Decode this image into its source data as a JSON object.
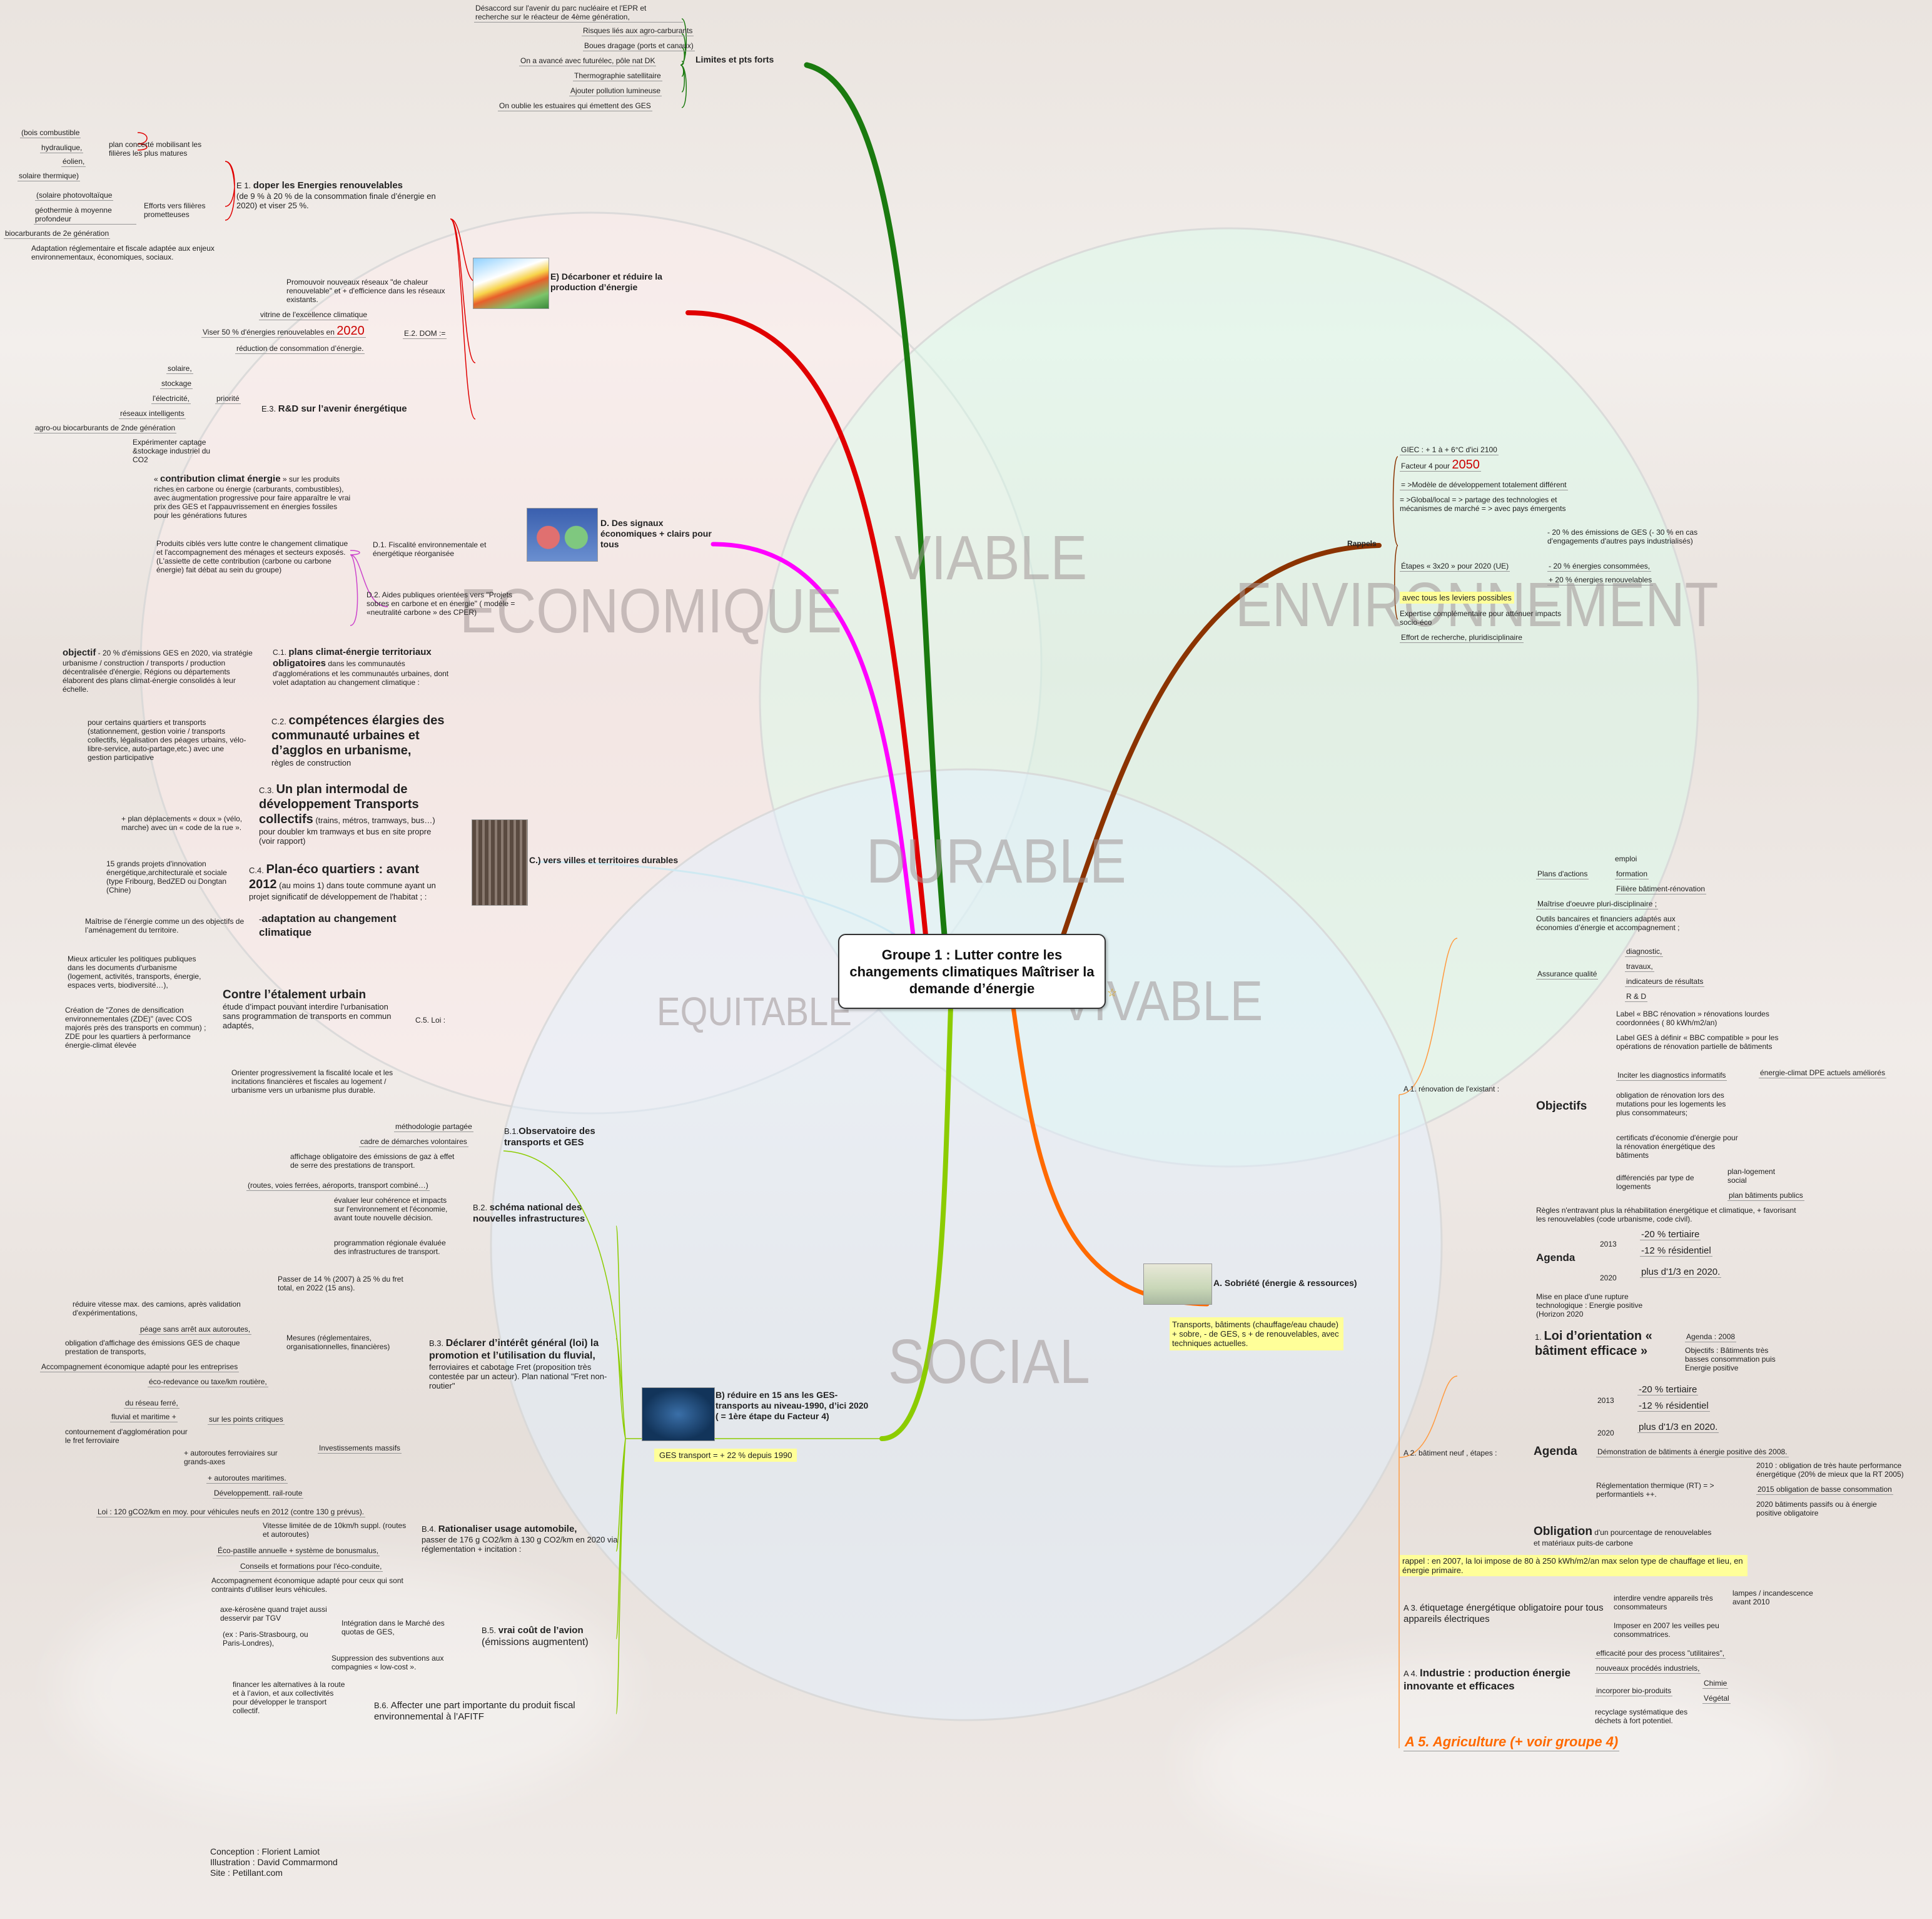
{
  "center_title": "Groupe 1 : Lutter contre les changements climatiques Maîtriser la demande d’énergie",
  "watermarks": {
    "viable": "VIABLE",
    "environnement": "ENVIRONNEMENT",
    "economique": "ECONOMIQUE",
    "durable": "DURABLE",
    "vivable": "VIVABLE",
    "equitable": "EQUITABLE",
    "social": "SOCIAL"
  },
  "colors": {
    "green": "#1a7a0f",
    "red": "#e00000",
    "magenta": "#ff00ff",
    "brown": "#8b3300",
    "orange": "#ff6a00",
    "lime": "#8ccc00"
  },
  "limites": {
    "label": "Limites et pts forts",
    "items": [
      "Désaccord sur l'avenir du parc nucléaire et l'EPR et recherche sur le réacteur de 4ème génération,",
      "Risques liés aux agro-carburants",
      "Boues dragage (ports et canaux)",
      "On a avancé avec futurélec, pôle nat DK",
      "Thermographie satellitaire",
      "Ajouter pollution lumineuse",
      "On oublie les estuaires qui émettent des GES"
    ]
  },
  "E": {
    "title": "E) Décarboner et réduire la production d’énergie",
    "e1_prefix": "E 1.",
    "e1_title": "doper les Energies renouvelables",
    "e1_sub": "(de 9 % à 20 % de la consommation finale d’énergie en 2020) et viser  25 %.",
    "plan": "plan concerté mobilisant les filières les plus matures",
    "plan_items": [
      "(bois combustible",
      "hydraulique,",
      "éolien,",
      "solaire thermique)"
    ],
    "efforts": "Efforts vers filières prometteuses",
    "efforts_items": [
      "(solaire photovoltaïque",
      "géothermie à moyenne profondeur",
      "biocarburants de 2e génération"
    ],
    "adaptation": "Adaptation réglementaire et fiscale adaptée aux enjeux  environnementaux, économiques, sociaux.",
    "e2": "E.2. DOM :=",
    "e2_items": [
      "Promouvoir nouveaux réseaux \"de chaleur renouvelable\" et + d'efficience dans les réseaux existants.",
      "vitrine de l'excellence climatique",
      "Viser 50 % d'énergies renouvelables en",
      "réduction de consommation d’énergie."
    ],
    "e2_year": "2020",
    "e3_prefix": "E.3.",
    "e3_title": "R&D sur l’avenir énergétique",
    "priorite": "priorité",
    "priorite_items": [
      "solaire,",
      "stockage",
      "l'électricité,",
      "réseaux intelligents",
      "agro-ou biocarburants de 2nde génération"
    ],
    "captage": "Expérimenter captage &stockage industriel du CO2"
  },
  "D": {
    "title": "D. Des signaux économiques + clairs pour tous",
    "d1": "D.1. Fiscalité environnementale et énergétique réorganisée",
    "cc_pre": "« ",
    "cc_title": "contribution climat énergie",
    "cc_text": " » sur les produits riches en carbone ou énergie (carburants, combustibles), avec augmentation progressive pour faire apparaître le vrai prix des GES et l'appauvrissement en énergies fossiles pour les générations futures",
    "cibles": "Produits ciblés vers lutte contre le changement climatique et l'accompagnement des ménages et secteurs exposés. (L'assiette de cette contribution (carbone ou carbone énergie) fait débat au sein du groupe)",
    "d2": "D.2. Aides publiques orientées vers \"Projets sobres en carbone et en énergie\" ( modèle = «neutralité carbone » des CPER)"
  },
  "C": {
    "title": "C.) vers villes et territoires durables",
    "obj_title": "objectif",
    "obj_text": " - 20 % d'émissions GES en 2020, via stratégie urbanisme / construction / transports / production décentralisée d'énergie. Régions ou départements élaborent des plans climat-énergie consolidés à leur échelle.",
    "c1_prefix": "C.1.",
    "c1_title": "plans climat-énergie territoriaux obligatoires",
    "c1_text": " dans les communautés d'agglomérations et les communautés urbaines, dont volet adaptation au changement climatique :",
    "c2_prefix": "C.2.",
    "c2_title": "compétences élargies des communauté urbaines et d’agglos en urbanisme,",
    "c2_text": "règles de construction",
    "c2_detail": "pour certains quartiers et transports (stationnement, gestion voirie / transports collectifs, légalisation des péages urbains, vélo-libre-service, auto-partage,etc.) avec une gestion participative",
    "c3_prefix": "C.3.",
    "c3_title": "Un plan intermodal de développement Transports collectifs",
    "c3_text": " (trains, métros, tramways, bus…) pour doubler km tramways et bus en site propre (voir rapport)",
    "c3_detail": "+ plan déplacements « doux » (vélo, marche) avec un « code de la rue ».",
    "c4_prefix": "C.4.",
    "c4_title": "Plan-éco quartiers : avant 2012",
    "c4_text": " (au moins 1) dans toute commune ayant un projet significatif de développement de l'habitat ; :",
    "c4_detail": "15 grands projets d'innovation énergétique,architecturale et sociale (type Fribourg, BedZED ou Dongtan (Chine)",
    "adapt_title": "adaptation au changement climatique",
    "adapt_prefix": "-",
    "adapt_detail": "Maîtrise de l’énergie comme un des objectifs de l’aménagement du territoire.",
    "c5": "C.5. Loi :",
    "etal_title": "Contre l’étalement urbain",
    "etal_text": "étude d’impact pouvant interdire l'urbanisation sans programmation de transports en commun adaptés,",
    "mieux": "Mieux articuler les politiques publiques dans les  documents d'urbanisme (logement, activités, transports, énergie, espaces verts, biodiversité…),",
    "zde": "Création de \"Zones de densification environnementales (ZDE)\" (avec COS majorés près des transports en commun) ; ZDE pour les quartiers à performance énergie-climat élevée",
    "orienter": "Orienter progressivement la fiscalité locale et les incitations financières et fiscales au logement / urbanisme vers un urbanisme plus durable."
  },
  "B": {
    "title": "B) réduire en 15 ans les GES-transports au niveau-1990, d’ici 2020 ( = 1ère étape du Facteur 4)",
    "ges": "GES transport =  + 22 % depuis 1990",
    "b1_prefix": "B.1.",
    "b1_title": "Observatoire des transports et GES",
    "b1_items": [
      "méthodologie partagée",
      "cadre de démarches volontaires",
      "affichage obligatoire des émissions de gaz à effet de serre des prestations de transport."
    ],
    "b2_prefix": "B.2.",
    "b2_title": "schéma national des nouvelles infrastructures",
    "b2_items": [
      "(routes, voies ferrées, aéroports, transport combiné…)",
      "évaluer leur cohérence et impacts sur l'environnement et l'économie, avant toute nouvelle décision.",
      "programmation régionale évaluée des infrastructures de transport."
    ],
    "b3_prefix": "B.3.",
    "b3_title": "Déclarer d’intérêt général (loi) la promotion et l’utilisation du fluvial,",
    "b3_text": " ferroviaires et cabotage Fret (proposition très contestée par un acteur). Plan national \"Fret non-routier\"",
    "b3_passer": "Passer de 14 % (2007) à 25 % du fret total, en 2022 (15 ans).",
    "mesures": "Mesures (réglementaires, organisationnelles, financières)",
    "mesures_items": [
      "réduire vitesse max. des camions, après validation d'expérimentations,",
      "péage sans arrêt aux autoroutes,",
      "obligation d'affichage des émissions GES de chaque prestation de transports,",
      "Accompagnement économique adapté pour les entreprises",
      "éco-redevance ou taxe/km routière,"
    ],
    "invest": "Investissements massifs",
    "critiques": "sur les points critiques",
    "critiques_items": [
      "du réseau ferré,",
      "fluvial et maritime +",
      "contournement d'agglomération pour le fret ferroviaire"
    ],
    "invest_items": [
      "+ autoroutes ferroviaires sur grands-axes",
      "+ autoroutes maritimes.",
      "Développementt. rail-route"
    ],
    "b4_prefix": "B.4.",
    "b4_title": "Rationaliser usage automobile,",
    "b4_text": "passer de 176 g CO2/km à 130 g CO2/km en 2020 via réglementation + incitation :",
    "b4_items": [
      "Loi : 120 gCO2/km en moy. pour véhicules neufs en 2012 (contre 130 g prévus).",
      "Vitesse limitée de  de 10km/h suppl. (routes et autoroutes)",
      "Éco-pastille annuelle + système de bonusmalus,",
      "Conseils et formations pour l'éco-conduite,",
      "Accompagnement économique adapté pour ceux qui sont contraints d'utiliser leurs véhicules."
    ],
    "b5_prefix": "B.5.",
    "b5_title": "vrai coût de l’avion",
    "b5_text": "(émissions augmentent)",
    "integration": "Intégration dans le Marché des quotas de GES,",
    "integration_items": [
      "axe-kérosène quand trajet aussi desservir par TGV",
      "(ex : Paris-Strasbourg, ou Paris-Londres),"
    ],
    "suppression": "Suppression des subventions aux compagnies « low-cost ».",
    "b6_prefix": "B.6.",
    "b6_title": "Affecter une part importante du produit fiscal environnemental à l’AFITF",
    "b6_detail": "financer les alternatives à la route et à l’avion, et aux collectivités pour développer le transport collectif."
  },
  "rappels": {
    "label": "Rappels",
    "giec": "GIEC :  +  1 à + 6°C d'ici 2100",
    "facteur": "Facteur 4 pour",
    "facteur_year": "2050",
    "modele": "= >Modèle de développement totalement différent",
    "global": "= >Global/local = > partage des technologies et mécanismes de marché = > avec pays émergents",
    "etapes": "Étapes  « 3x20 » pour 2020 (UE)",
    "etapes_items": [
      "- 20 % des émissions de GES (- 30 % en cas d'engagements d'autres pays industrialisés)",
      "- 20 % énergies consommées,",
      "+ 20 % énergies renouvelables"
    ],
    "leviers": "avec tous les leviers possibles",
    "expertise": "Expertise complémentaire pour atténuer impacts socio-éco",
    "effort": "Effort de recherche, pluridisciplinaire"
  },
  "A": {
    "title": "A. Sobriété (énergie & ressources)",
    "note": "Transports, bâtiments (chauffage/eau chaude) + sobre, - de  GES, s + de renouvelables, avec techniques actuelles.",
    "a1": "A 1. rénovation de l'existant :",
    "plans": "Plans d'actions",
    "plans_items": [
      "emploi",
      "formation",
      "Filière bâtiment-rénovation"
    ],
    "maitrise": "Maîtrise d'oeuvre pluri-disciplinaire ;",
    "outils": "Outils bancaires et financiers adaptés aux économies d’énergie et accompagnement  ;",
    "assurance": "Assurance qualité",
    "assurance_items": [
      "diagnostic,",
      "travaux,",
      "indicateurs  de résultats",
      "R & D"
    ],
    "objectifs": "Objectifs",
    "obj_items": [
      "Label « BBC rénovation » rénovations lourdes coordonnées ( 80 kWh/m2/an)",
      "Label GES à définir « BBC compatible » pour les opérations de rénovation partielle de bâtiments",
      "Inciter les diagnostics informatifs",
      "obligation de rénovation lors des mutations pour les logements les plus consommateurs;",
      "certificats d'économie d'énergie pour la rénovation énergétique des bâtiments",
      "différenciés par type de logements"
    ],
    "dpe": "énergie-climat DPE actuels améliorés",
    "logements_items": [
      "plan-logement social",
      "plan bâtiments publics"
    ],
    "regles": "Règles n'entravant plus la réhabilitation énergétique et climatique, +  favorisant les renouvelables (code urbanisme, code civil).",
    "agenda": "Agenda",
    "y2013": "2013",
    "y2020": "2020",
    "ag_items": [
      "-20 % tertiaire",
      "-12 % résidentiel",
      "plus d'1/3 en 2020."
    ],
    "mise": "Mise en place d'une rupture technologique : Energie positive (Horizon 2020",
    "a2": "A 2. bâtiment neuf , étapes :",
    "loi_prefix": "1.",
    "loi_title": "Loi d’orientation « bâtiment efficace »",
    "loi_items": [
      "Agenda : 2008",
      "Objectifs : Bâtiments très basses consommation puis Energie positive"
    ],
    "agenda2": "Agenda",
    "ag2_items": [
      "-20 % tertiaire",
      "-12 % résidentiel",
      "plus d'1/3 en 2020."
    ],
    "demo": "Démonstration de bâtiments à énergie positive dès 2008.",
    "reglementation": "Réglementation thermique (RT) = > performantiels ++.",
    "rt_items": [
      "2010 : obligation de très haute performance énergétique (20% de mieux que la RT 2005)",
      "2015 obligation de basse consommation",
      "2020 bâtiments passifs ou à énergie positive obligatoire"
    ],
    "obligation": "Obligation",
    "obligation_text": " d'un pourcentage de renouvelables et matériaux puits-de carbone",
    "rappel": "rappel : en 2007, la loi impose de 80 à 250 kWh/m2/an max selon type de chauffage et lieu, en énergie primaire.",
    "a3_prefix": "A 3.",
    "a3_title": "étiquetage énergétique obligatoire pour tous appareils électriques",
    "a3_items": [
      "interdire vendre appareils très consommateurs",
      "lampes / incandescence avant 2010",
      "Imposer en 2007 les veilles peu consommatrices."
    ],
    "a4_prefix": "A 4.",
    "a4_title": "Industrie : production énergie innovante et efficaces",
    "a4_items": [
      "efficacité pour des process \"utilitaires\",",
      "nouveaux procédés industriels,",
      "incorporer bio-produits",
      "Chimie",
      "Végétal",
      "recyclage systématique des déchets à fort potentiel."
    ],
    "a5": "A 5. Agriculture  (+ voir groupe 4)"
  },
  "credits": [
    "Conception : Florient Lamiot",
    "Illustration : David Commarmond",
    "Site : Petillant.com"
  ]
}
